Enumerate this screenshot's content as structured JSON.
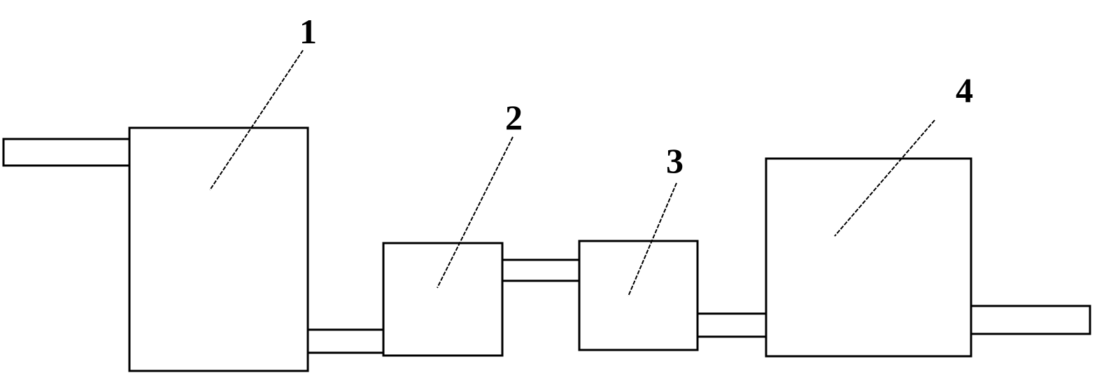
{
  "labels": {
    "component_1": "1",
    "component_2": "2",
    "component_3": "3",
    "component_4": "4"
  },
  "colors": {
    "line": "#000000",
    "background": "#ffffff"
  }
}
